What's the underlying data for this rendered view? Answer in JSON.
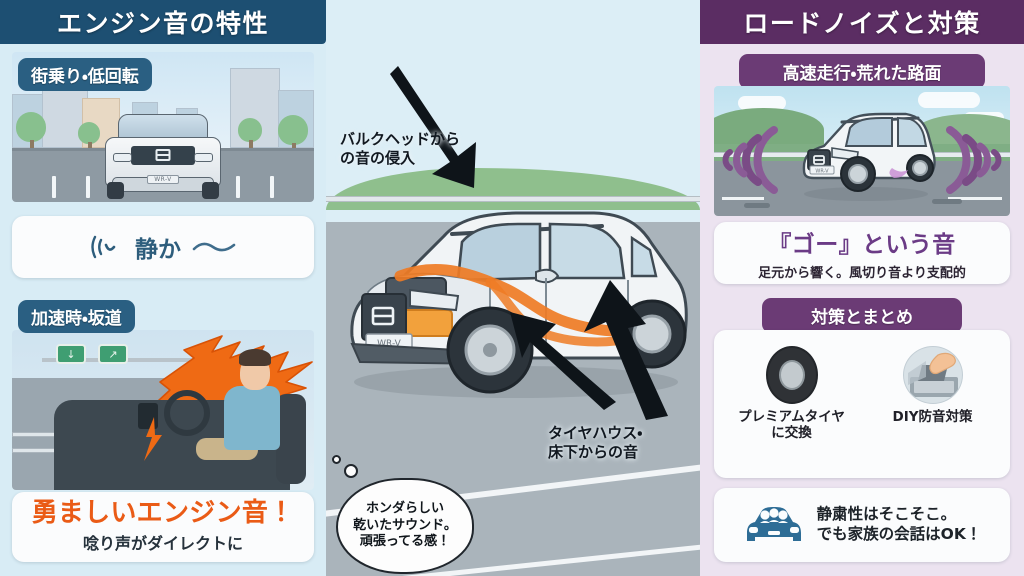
{
  "meta": {
    "vehicle_badge": "WR-V",
    "colors": {
      "left_header_bg": "#1d4f72",
      "right_header_bg": "#5b2d63",
      "left_panel_bg": "#d8ecf5",
      "center_panel_bg": "#c9d9e2",
      "right_panel_bg": "#ece3f0",
      "accent_orange": "#ea5b16",
      "accent_purple": "#6b3b86",
      "accent_blue": "#2d5d7c",
      "soundwave_purple": "#7a4b86"
    }
  },
  "left": {
    "header": "エンジン音の特性",
    "scene_city": {
      "badge": "街乗り・低回転",
      "scene_name": "city-street-front-view-suv"
    },
    "quiet_card": {
      "left_icon": "soundwave-small-icon",
      "label": "静か",
      "right_icon": "wave-line-icon"
    },
    "scene_accel": {
      "badge": "加速時・坂道",
      "scene_name": "driver-cabin-highway-uphill",
      "sign_left": "↓",
      "sign_right": "↗"
    },
    "conclusion": {
      "headline": "勇ましいエンジン音！",
      "sub": "唸り声がダイレクトに"
    }
  },
  "center": {
    "scene_name": "honda-wrv-cutaway-sound-path",
    "annotations": [
      {
        "id": "bulkhead",
        "text": "バルクヘッドから\nの音の侵入"
      },
      {
        "id": "tirehouse",
        "text": "タイヤハウス・\n床下からの音"
      }
    ],
    "bubble": {
      "line1": "ホンダらしい",
      "line2": "乾いたサウンド。",
      "line3": "頑張ってる感！"
    }
  },
  "right": {
    "header": "ロードノイズと対策",
    "scene_highway": {
      "badge": "高速走行・荒れた路面",
      "scene_name": "highway-rough-road-suv-noise-waves"
    },
    "noise_card": {
      "headline": "『ゴー』という音",
      "sub": "足元から響く。風切り音より支配的"
    },
    "countermeasure": {
      "badge": "対策とまとめ",
      "items": [
        {
          "icon": "tire-icon",
          "label": "プレミアムタイヤ\nに交換"
        },
        {
          "icon": "soundproof-sheet-icon",
          "label": "DIY防音対策"
        }
      ]
    },
    "summary": {
      "icon": "family-car-icon",
      "line1": "静粛性はそこそこ。",
      "line2": "でも家族の会話はOK！"
    }
  }
}
